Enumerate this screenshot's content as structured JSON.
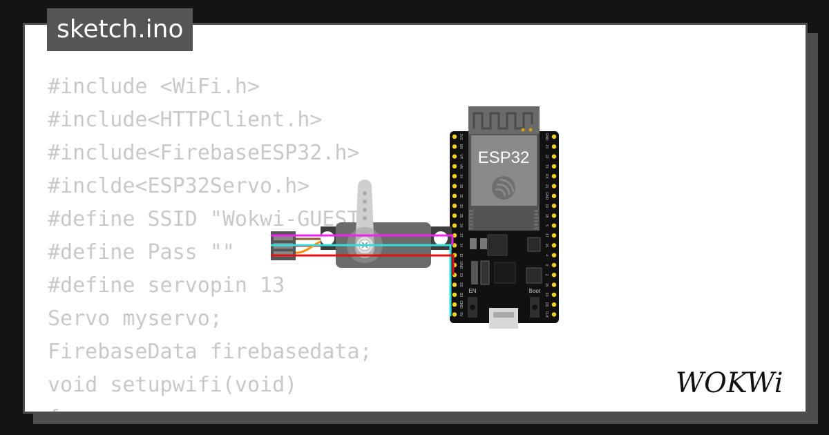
{
  "file_tab": {
    "label": "sketch.ino"
  },
  "code_lines": [
    "#include <WiFi.h>",
    "#include<HTTPClient.h>",
    "#include<FirebaseESP32.h>",
    "#inclde<ESP32Servo.h>",
    "#define SSID \"Wokwi-GUEST\"",
    "#define Pass \"\"",
    "#define servopin 13",
    "Servo myservo;",
    "FirebaseData firebasedata;",
    "void setupwifi(void)",
    "{"
  ],
  "board": {
    "chip_label": "ESP32",
    "button_en": "EN",
    "button_boot": "Boot",
    "left_pins": [
      "3V3",
      "EN",
      "VP",
      "VN",
      "34",
      "35",
      "32",
      "33",
      "25",
      "26",
      "27",
      "14",
      "12",
      "GND",
      "13",
      "D2",
      "D3",
      "CMD",
      "5V"
    ],
    "right_pins": [
      "GND",
      "23",
      "22",
      "TX",
      "RX",
      "21",
      "GND",
      "19",
      "18",
      "5",
      "17",
      "16",
      "4",
      "0",
      "2",
      "15",
      "D1",
      "D0",
      "CLK"
    ]
  },
  "wire_colors": {
    "signal": "#ee22ee",
    "ground": "#33dddd",
    "power": "#dd1111"
  },
  "brand": {
    "name": "WOKWi"
  }
}
